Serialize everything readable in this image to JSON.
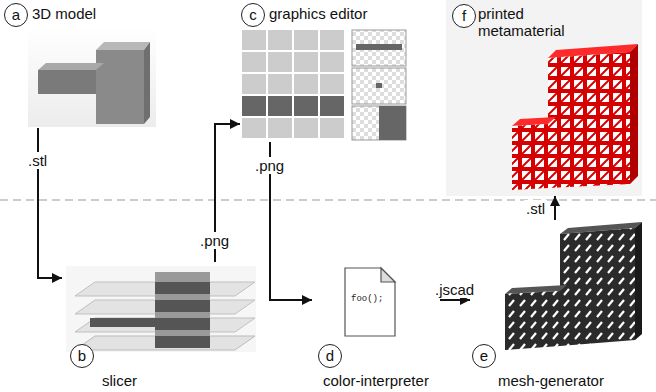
{
  "diagram": {
    "nodes": [
      {
        "text": [
          "a",
          "3D model"
        ]
      },
      {
        "text": [
          "b",
          "slicer"
        ]
      },
      {
        "text": [
          "c",
          "graphics editor"
        ]
      },
      {
        "text": [
          "d",
          "color-interpreter"
        ]
      },
      {
        "text": [
          "e",
          "mesh-generator"
        ]
      },
      {
        "text": [
          "f",
          "printed metamaterial"
        ]
      }
    ],
    "edges": [
      {
        "from": 0,
        "to": 1,
        "label": ".stl",
        "arrow": "to"
      },
      {
        "from": 1,
        "to": 2,
        "label": ".png",
        "arrow": "to"
      },
      {
        "from": 2,
        "to": 3,
        "label": ".png",
        "arrow": "to"
      },
      {
        "from": 3,
        "to": 4,
        "label": ".jscad",
        "arrow": "to"
      },
      {
        "from": 4,
        "to": 5,
        "label": ".stl",
        "arrow": "to"
      }
    ],
    "labels": [
      "foo();"
    ]
  }
}
